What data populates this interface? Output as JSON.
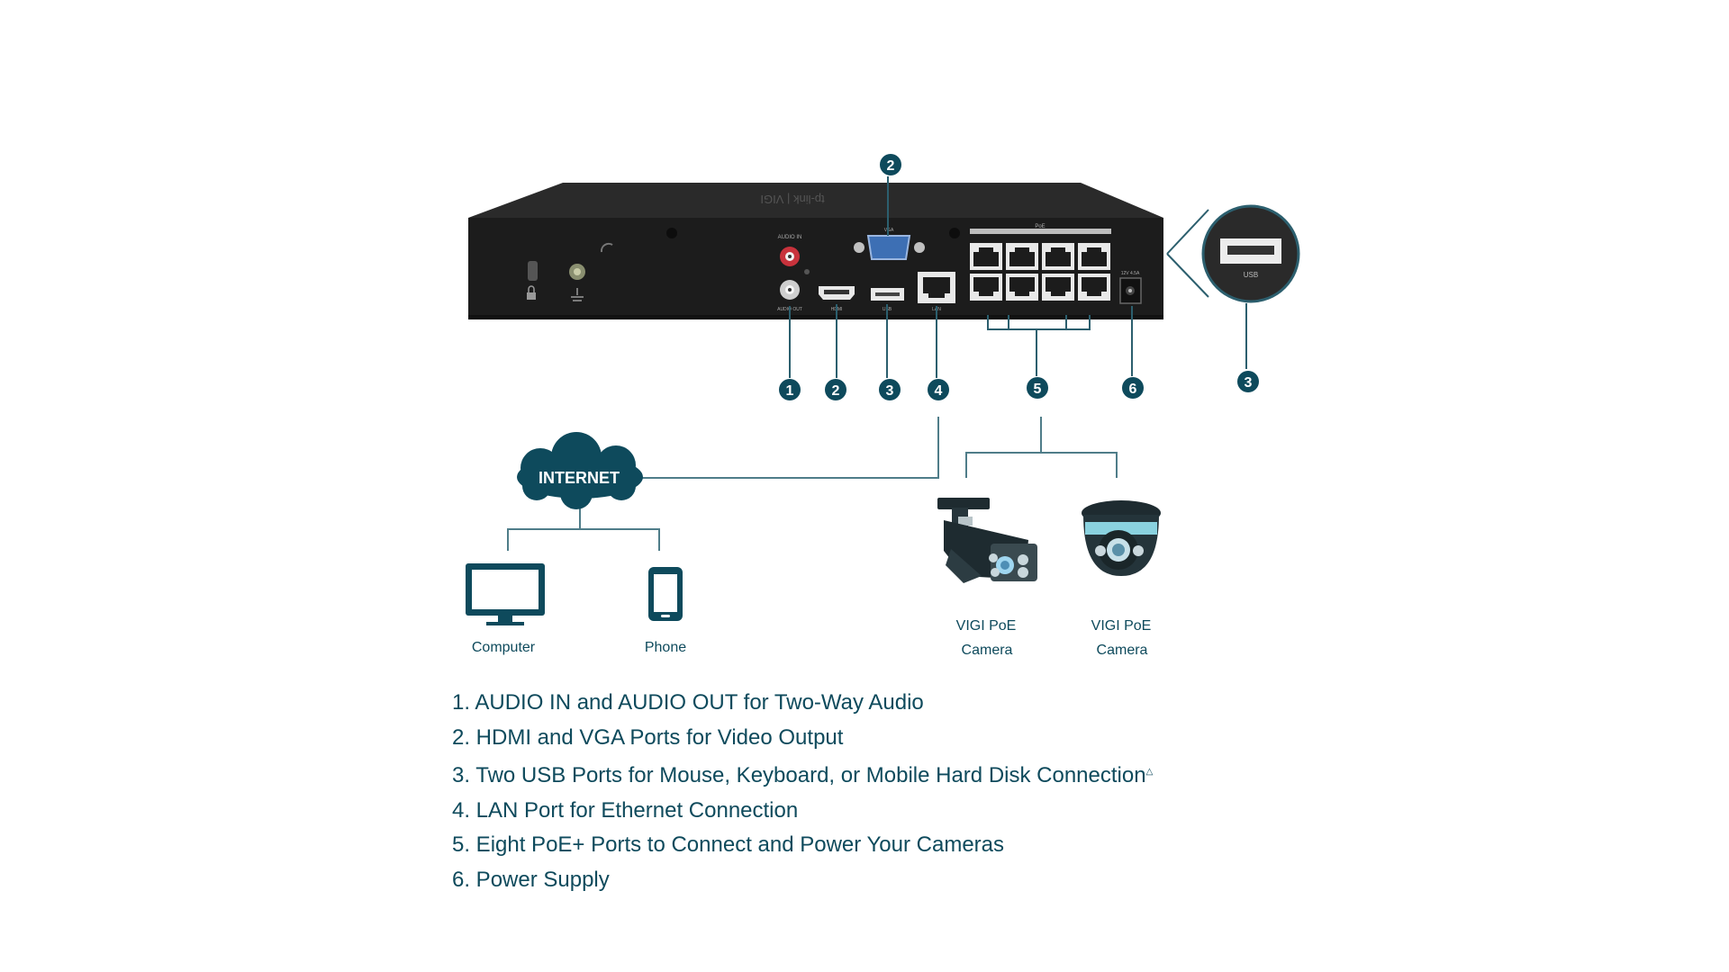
{
  "colors": {
    "teal": "#0e4a5c",
    "device": "#1c1c1c",
    "line": "#2c5f6e",
    "vga": "#3d6fb4"
  },
  "device": {
    "brand_mark": "tp-link | VIGI",
    "port_labels": {
      "audio_in": "AUDIO IN",
      "audio_out": "AUDIO OUT",
      "hdmi": "HDMI",
      "vga": "VGA",
      "usb": "USB",
      "lan": "LAN",
      "poe": "PoE",
      "power": "12V 4.5A"
    },
    "zoom_usb_label": "USB"
  },
  "callouts": [
    "1",
    "2",
    "3",
    "4",
    "5",
    "6"
  ],
  "network": {
    "internet": "INTERNET",
    "computer": "Computer",
    "phone": "Phone",
    "camera1": {
      "line1": "VIGI PoE",
      "line2": "Camera"
    },
    "camera2": {
      "line1": "VIGI PoE",
      "line2": "Camera"
    }
  },
  "features": [
    {
      "text": "1. AUDIO IN and AUDIO OUT for Two-Way Audio",
      "sup": ""
    },
    {
      "text": "2. HDMI and VGA Ports for Video Output",
      "sup": ""
    },
    {
      "text": "3. Two USB Ports for Mouse, Keyboard, or Mobile Hard Disk Connection",
      "sup": "△"
    },
    {
      "text": "4. LAN Port for Ethernet Connection",
      "sup": ""
    },
    {
      "text": "5. Eight PoE+ Ports to Connect and Power Your Cameras",
      "sup": ""
    },
    {
      "text": "6. Power Supply",
      "sup": ""
    }
  ]
}
